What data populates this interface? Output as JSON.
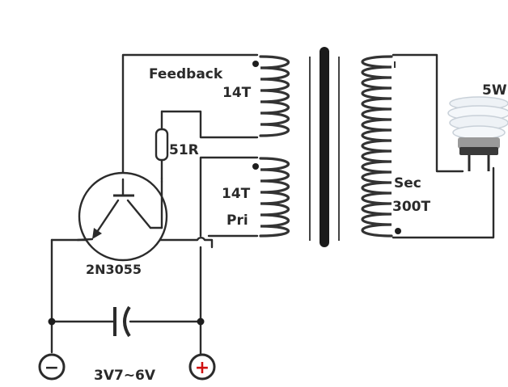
{
  "labels": {
    "feedback": "Feedback",
    "feedback_turns": "14T",
    "resistor": "51R",
    "primary_turns": "14T",
    "primary": "Pri",
    "secondary": "Sec",
    "secondary_turns": "300T",
    "transistor": "2N3055",
    "supply": "3V7~6V",
    "lamp": "5W"
  },
  "terminals": {
    "negative_symbol": "−",
    "positive_symbol": "+"
  },
  "colors": {
    "wire": "#2b2b2b",
    "positive_terminal": "#d01010",
    "background": "#ffffff"
  },
  "icons": {
    "transistor": "npn-transistor-icon",
    "capacitor": "capacitor-icon",
    "resistor": "resistor-icon",
    "lamp": "cfl-bulb-icon"
  }
}
